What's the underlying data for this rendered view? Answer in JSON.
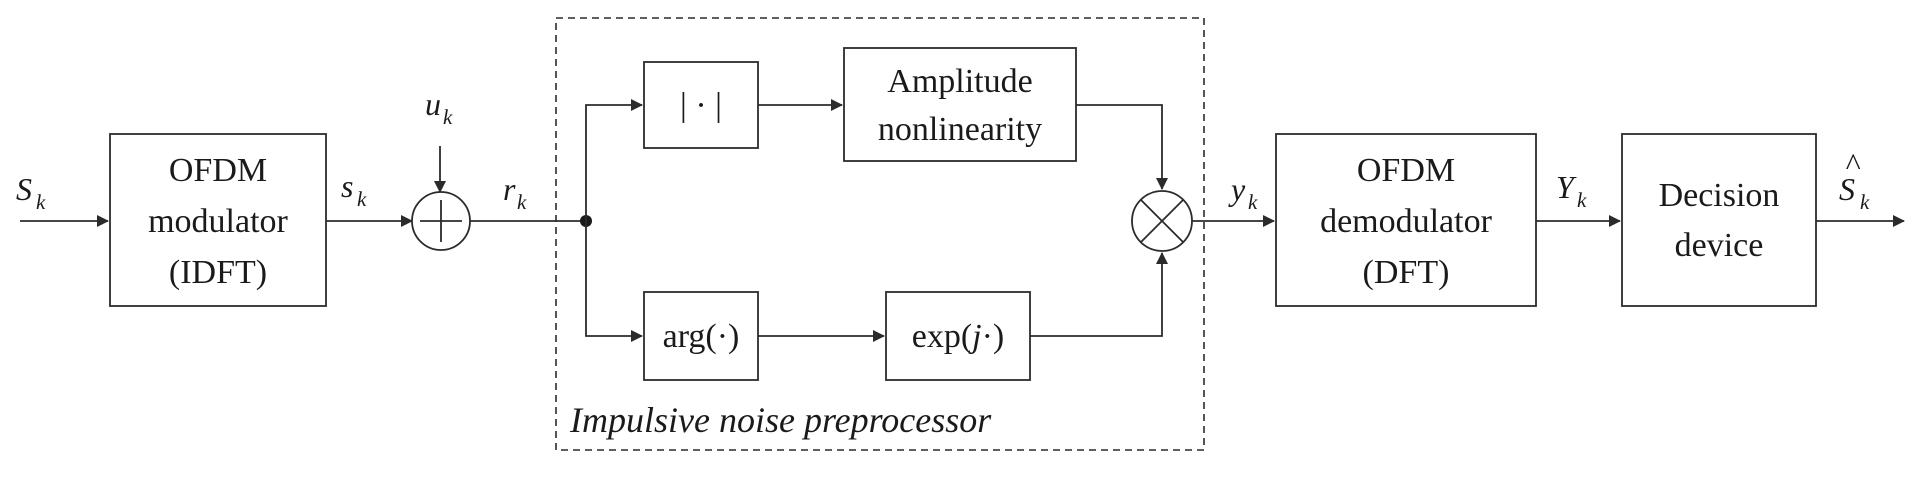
{
  "blocks": {
    "ofdm_modulator": [
      "OFDM",
      "modulator",
      "(IDFT)"
    ],
    "abs": "| · |",
    "amplitude_nonlinearity": [
      "Amplitude",
      "nonlinearity"
    ],
    "arg": "arg(·)",
    "exp_prefix": "exp(",
    "exp_j": "j",
    "exp_suffix": "·)",
    "ofdm_demodulator": [
      "OFDM",
      "demodulator",
      "(DFT)"
    ],
    "decision_device": [
      "Decision",
      "device"
    ]
  },
  "signals": {
    "S_in": {
      "main": "S",
      "sub": "k"
    },
    "s": {
      "main": "s",
      "sub": "k"
    },
    "u": {
      "main": "u",
      "sub": "k"
    },
    "r": {
      "main": "r",
      "sub": "k"
    },
    "y": {
      "main": "y",
      "sub": "k"
    },
    "Y": {
      "main": "Y",
      "sub": "k"
    },
    "S_out": {
      "main": "S",
      "sub": "k",
      "hat": "^"
    }
  },
  "preprocessor_caption": "Impulsive noise preprocessor"
}
